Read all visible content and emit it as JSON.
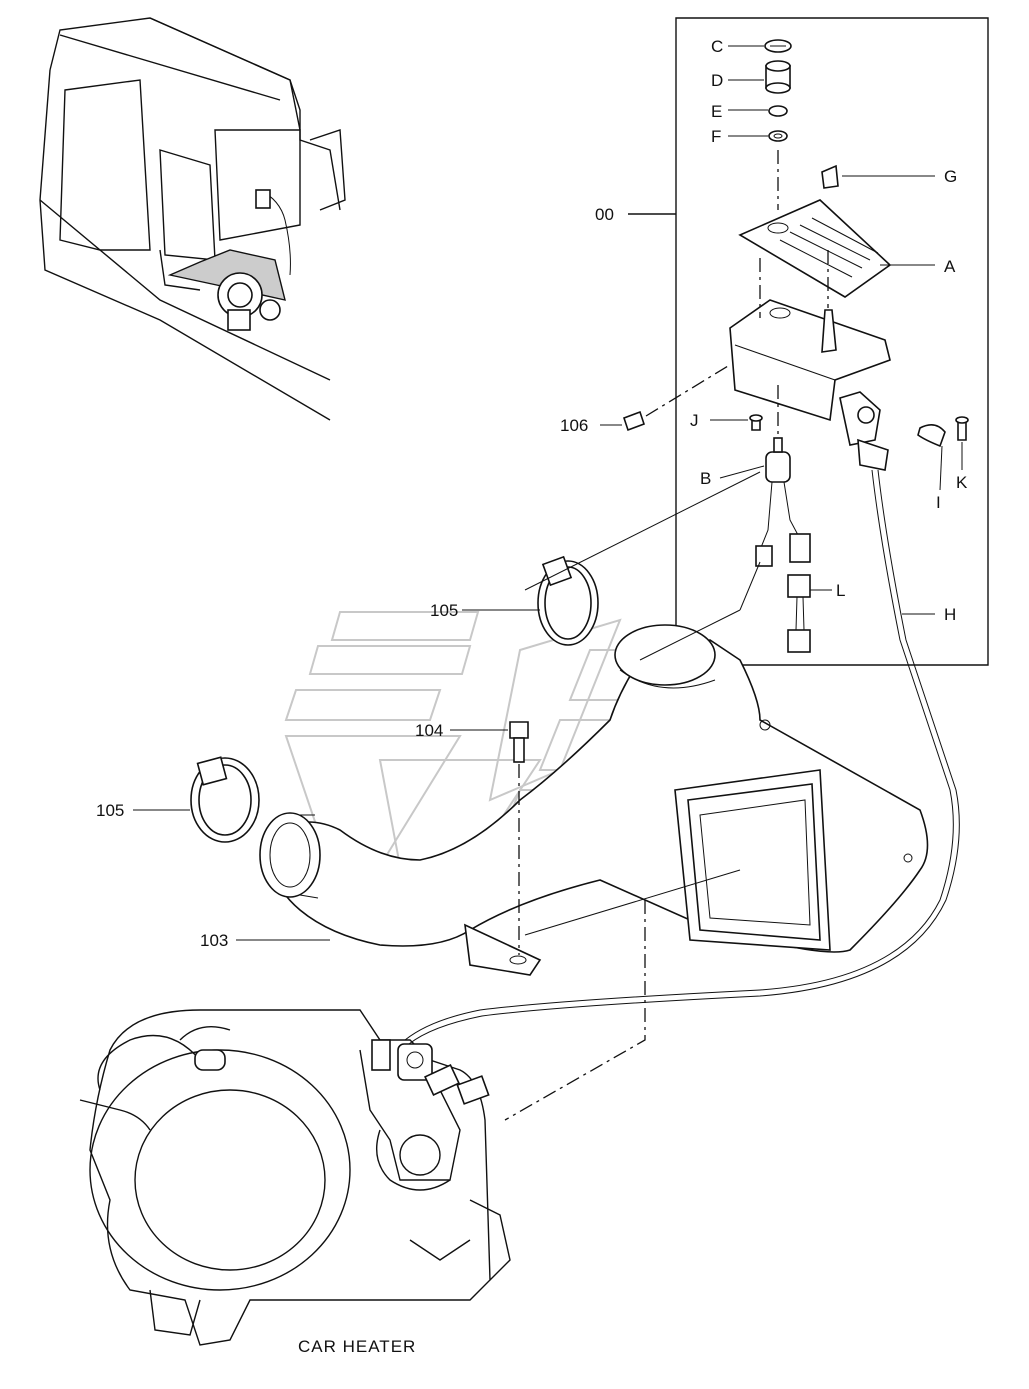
{
  "diagram": {
    "caption": "CAR HEATER",
    "callouts": {
      "A": "A",
      "B": "B",
      "C": "C",
      "D": "D",
      "E": "E",
      "F": "F",
      "G": "G",
      "H": "H",
      "I": "I",
      "J": "J",
      "K": "K",
      "L": "L",
      "p00": "00",
      "p103": "103",
      "p104": "104",
      "p105a": "105",
      "p105b": "105",
      "p106": "106"
    },
    "colors": {
      "ink": "#111111",
      "background": "#ffffff",
      "watermark": "#c8c8c8"
    }
  }
}
